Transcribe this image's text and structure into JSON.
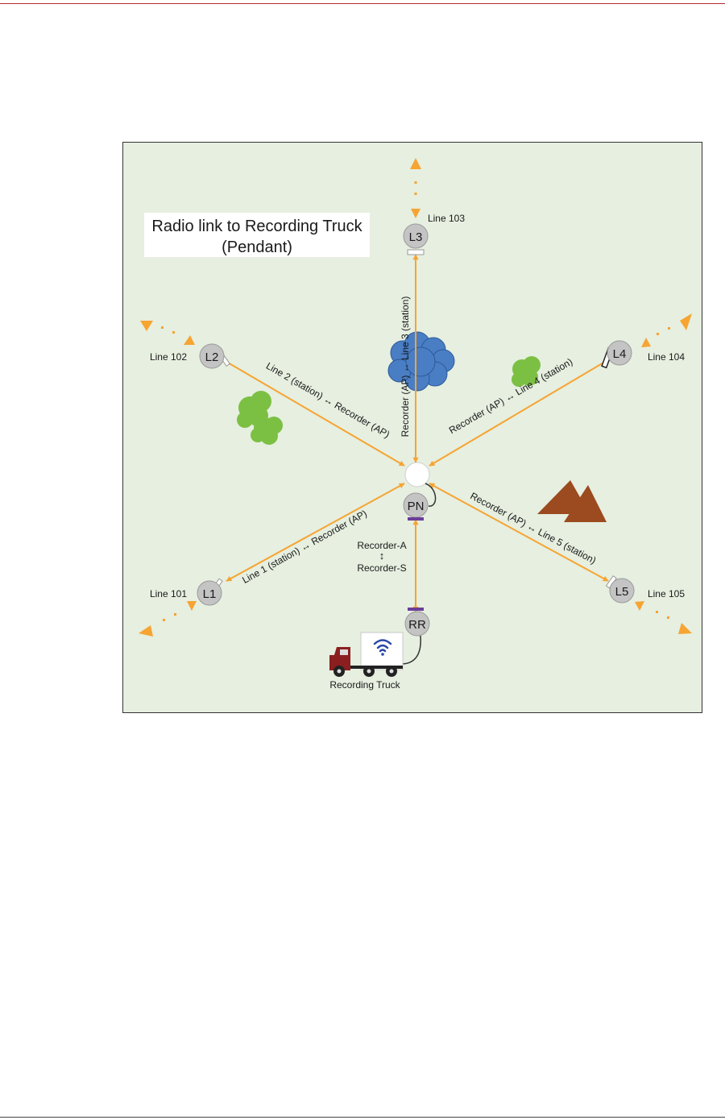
{
  "title": {
    "line1": "Radio link to Recording Truck",
    "line2": "(Pendant)"
  },
  "colors": {
    "background": "#e6efe0",
    "link": "#f6a432",
    "node": "#c4c4c4",
    "tree": "#7cc043",
    "cloud": "#4a7ec4",
    "mountain": "#9c4a1f",
    "truck": "#8b1f1f",
    "wifi": "#2b48a8"
  },
  "nodes": {
    "L1": {
      "label": "L1",
      "line": "Line 101"
    },
    "L2": {
      "label": "L2",
      "line": "Line 102"
    },
    "L3": {
      "label": "L3",
      "line": "Line 103"
    },
    "L4": {
      "label": "L4",
      "line": "Line 104"
    },
    "L5": {
      "label": "L5",
      "line": "Line 105"
    },
    "PN": {
      "label": "PN"
    },
    "RR": {
      "label": "RR"
    }
  },
  "links": {
    "L1": "Line 1 (station) ↔ Recorder (AP)",
    "L2": "Line 2 (station) ↔ Recorder (AP)",
    "L3": "Recorder (AP) ↔ Line 3 (station)",
    "L4": "Recorder (AP) ↔ Line 4 (station)",
    "L5": "Recorder (AP) ↔ Line 5 (station)"
  },
  "recorder_link": {
    "top": "Recorder-A",
    "arrow": "↕",
    "bottom": "Recorder-S"
  },
  "truck": {
    "label": "Recording Truck"
  },
  "icons": [
    "tree-icon",
    "cloud-icon",
    "mountain-icon",
    "truck-icon",
    "wifi-icon",
    "radio-antenna-icon"
  ]
}
